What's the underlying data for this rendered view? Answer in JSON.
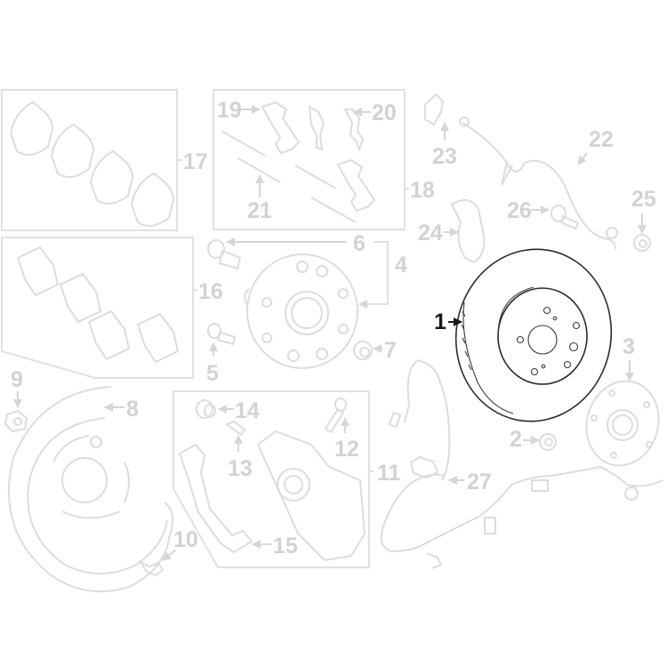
{
  "diagram": {
    "type": "exploded parts diagram",
    "subject": "Rear disc brake assembly",
    "highlighted_part": "1",
    "colors": {
      "background": "#ffffff",
      "faded_line": "#dcdcdc",
      "faded_label": "#d2d2d2",
      "highlight": "#1a1a1a"
    },
    "callouts": [
      {
        "id": "1",
        "label": "1",
        "part": "brake-rotor",
        "highlighted": true
      },
      {
        "id": "2",
        "label": "2",
        "part": "rotor-screw"
      },
      {
        "id": "3",
        "label": "3",
        "part": "dust-cover-hub"
      },
      {
        "id": "4",
        "label": "4",
        "part": "hub-bearing-assembly"
      },
      {
        "id": "5",
        "label": "5",
        "part": "hub-bolt"
      },
      {
        "id": "6",
        "label": "6",
        "part": "wheel-stud"
      },
      {
        "id": "7",
        "label": "7",
        "part": "hub-nut"
      },
      {
        "id": "8",
        "label": "8",
        "part": "backing-plate"
      },
      {
        "id": "9",
        "label": "9",
        "part": "grommet"
      },
      {
        "id": "10",
        "label": "10",
        "part": "backing-plate-bolt"
      },
      {
        "id": "11",
        "label": "11",
        "part": "caliper-assembly"
      },
      {
        "id": "12",
        "label": "12",
        "part": "caliper-bolt"
      },
      {
        "id": "13",
        "label": "13",
        "part": "bleeder-screw"
      },
      {
        "id": "14",
        "label": "14",
        "part": "bleeder-cap"
      },
      {
        "id": "15",
        "label": "15",
        "part": "caliper-bracket"
      },
      {
        "id": "16",
        "label": "16",
        "part": "brake-pads"
      },
      {
        "id": "17",
        "label": "17",
        "part": "pad-shims"
      },
      {
        "id": "18",
        "label": "18",
        "part": "hardware-kit"
      },
      {
        "id": "19",
        "label": "19",
        "part": "pad-clip"
      },
      {
        "id": "20",
        "label": "20",
        "part": "anti-rattle-spring"
      },
      {
        "id": "21",
        "label": "21",
        "part": "guide-pin"
      },
      {
        "id": "22",
        "label": "22",
        "part": "brake-hose"
      },
      {
        "id": "23",
        "label": "23",
        "part": "hose-bracket"
      },
      {
        "id": "24",
        "label": "24",
        "part": "splash-shield-clip"
      },
      {
        "id": "25",
        "label": "25",
        "part": "hose-fitting"
      },
      {
        "id": "26",
        "label": "26",
        "part": "banjo-bolt"
      },
      {
        "id": "27",
        "label": "27",
        "part": "abs-sensor-wire"
      }
    ]
  }
}
